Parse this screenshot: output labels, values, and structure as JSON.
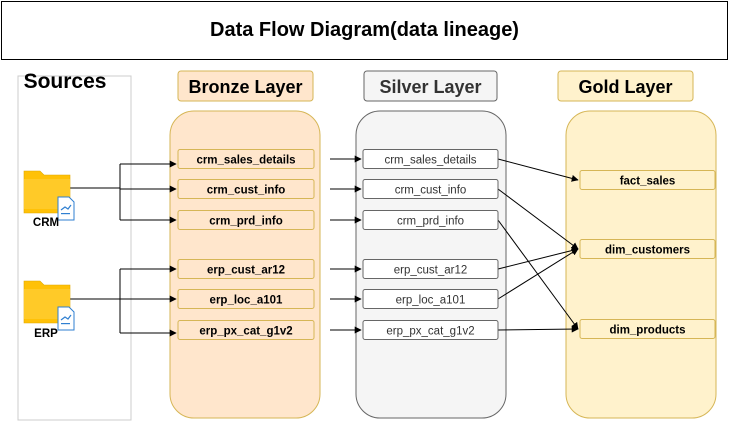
{
  "title": "Data Flow Diagram(data lineage)",
  "sources": {
    "heading": "Sources",
    "systems": [
      {
        "label": "CRM",
        "icon": "folder-document-icon"
      },
      {
        "label": "ERP",
        "icon": "folder-document-icon"
      }
    ]
  },
  "layers": {
    "bronze": {
      "heading": "Bronze Layer",
      "tables": [
        "crm_sales_details",
        "crm_cust_info",
        "crm_prd_info",
        "erp_cust_ar12",
        "erp_loc_a101",
        "erp_px_cat_g1v2"
      ]
    },
    "silver": {
      "heading": "Silver Layer",
      "tables": [
        "crm_sales_details",
        "crm_cust_info",
        "crm_prd_info",
        "erp_cust_ar12",
        "erp_loc_a101",
        "erp_px_cat_g1v2"
      ]
    },
    "gold": {
      "heading": "Gold Layer",
      "tables": [
        "fact_sales",
        "dim_customers",
        "dim_products"
      ]
    }
  },
  "lineage": [
    {
      "from": "silver.crm_sales_details",
      "to": "gold.fact_sales"
    },
    {
      "from": "silver.crm_cust_info",
      "to": "gold.dim_customers"
    },
    {
      "from": "silver.crm_prd_info",
      "to": "gold.dim_products"
    },
    {
      "from": "silver.erp_cust_ar12",
      "to": "gold.dim_customers"
    },
    {
      "from": "silver.erp_loc_a101",
      "to": "gold.dim_customers"
    },
    {
      "from": "silver.erp_px_cat_g1v2",
      "to": "gold.dim_products"
    }
  ],
  "colors": {
    "bronze_fill": "#ffe6cc",
    "bronze_border": "#d6b656",
    "bronze_heading_fill": "#ffe6cc",
    "silver_fill": "#f5f5f5",
    "silver_border": "#666666",
    "gold_fill": "#fff2cc",
    "gold_border": "#d6b656",
    "folder": "#ffc107",
    "doc_icon": "#2f7fd1"
  }
}
